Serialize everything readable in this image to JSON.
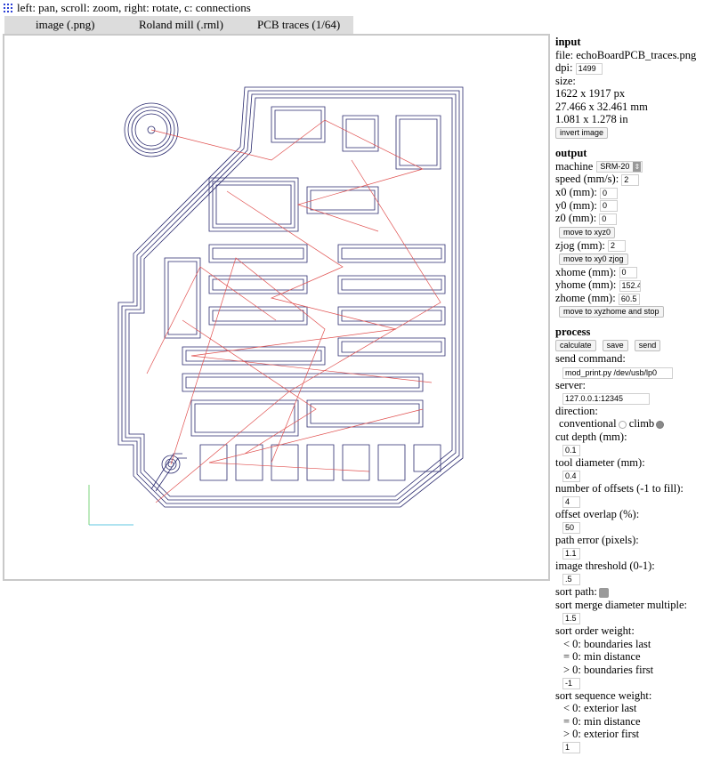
{
  "topbar": {
    "hint": "left: pan, scroll: zoom, right: rotate, c: connections",
    "icon": "grid-icon"
  },
  "tabs": [
    {
      "label": "image (.png)"
    },
    {
      "label": "Roland mill (.rml)"
    },
    {
      "label": "PCB traces (1/64)"
    }
  ],
  "input": {
    "heading": "input",
    "file_label": "file: ",
    "file_value": "echoBoardPCB_traces.png",
    "dpi_label": "dpi: ",
    "dpi_value": "1499",
    "size_label": "size:",
    "size_px": "1622 x 1917 px",
    "size_mm": "27.466 x 32.461 mm",
    "size_in": "1.081 x 1.278 in",
    "invert_button": "invert image"
  },
  "output": {
    "heading": "output",
    "machine_label": "machine",
    "machine_value": "SRM-20",
    "speed_label": "speed (mm/s):",
    "speed_value": "2",
    "x0_label": "x0 (mm):",
    "x0_value": "0",
    "y0_label": "y0 (mm):",
    "y0_value": "0",
    "z0_label": "z0 (mm):",
    "z0_value": "0",
    "move_xyz0": "move to xyz0",
    "zjog_label": "zjog (mm):",
    "zjog_value": "2",
    "move_xy0_zjog": "move to xy0 zjog",
    "xhome_label": "xhome (mm):",
    "xhome_value": "0",
    "yhome_label": "yhome (mm):",
    "yhome_value": "152.4",
    "zhome_label": "zhome (mm):",
    "zhome_value": "60.5",
    "move_xyzhome": "move to xyzhome and stop"
  },
  "process": {
    "heading": "process",
    "calculate": "calculate",
    "save": "save",
    "send": "send",
    "send_command_label": "send command:",
    "send_command_value": "mod_print.py /dev/usb/lp0",
    "server_label": "server:",
    "server_value": "127.0.0.1:12345",
    "direction_label": "direction:",
    "conventional": "conventional",
    "climb": "climb",
    "cut_depth_label": "cut depth (mm):",
    "cut_depth_value": "0.1",
    "tool_diameter_label": "tool diameter (mm):",
    "tool_diameter_value": "0.4",
    "offsets_label": "number of offsets (-1 to fill):",
    "offsets_value": "4",
    "overlap_label": "offset overlap (%):",
    "overlap_value": "50",
    "path_error_label": "path error (pixels):",
    "path_error_value": "1.1",
    "threshold_label": "image threshold (0-1):",
    "threshold_value": ".5",
    "sort_path_label": "sort path:",
    "merge_label": "sort merge diameter multiple:",
    "merge_value": "1.5",
    "order_label": "sort order weight:",
    "order_lt": "< 0: boundaries last",
    "order_eq": "= 0: min distance",
    "order_gt": "> 0: boundaries first",
    "order_value": "-1",
    "sequence_label": "sort sequence weight:",
    "seq_lt": "< 0: exterior last",
    "seq_eq": "= 0: min distance",
    "seq_gt": "> 0: exterior first",
    "seq_value": "1"
  },
  "colors": {
    "toolpath": "#2a2a6e",
    "connection": "#e0504f",
    "axis_x": "#5fc7e0",
    "axis_y": "#7cd67c",
    "tabs_bg": "#dcdcdc"
  }
}
